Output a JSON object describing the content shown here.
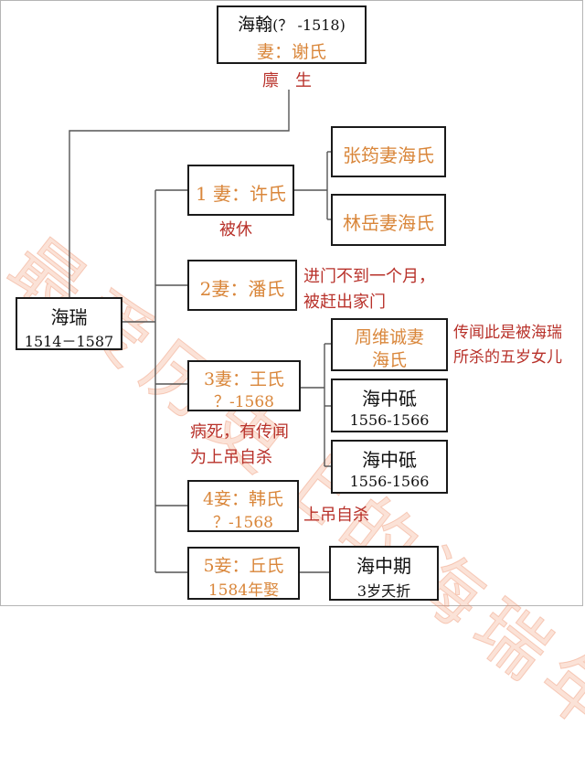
{
  "father": {
    "name": "海翰",
    "years": "(？ -1518)",
    "wife": "妻：谢氏",
    "status": "廪　生"
  },
  "hai_rui": {
    "name": "海瑞",
    "years": "1514－1587"
  },
  "wives": [
    {
      "line1": "1 妻：许氏",
      "line2": "",
      "note": "被休"
    },
    {
      "line1": "2妻：潘氏",
      "line2": "",
      "note_lines": [
        "进门不到一个月，",
        "被赶出家门"
      ]
    },
    {
      "line1": "3妻：王氏",
      "line2": "？-1568",
      "note_lines": [
        "病死，有传闻",
        "为上吊自杀"
      ]
    },
    {
      "line1": "4妾：韩氏",
      "line2": "？-1568",
      "note": "上吊自杀"
    },
    {
      "line1": "5妾：丘氏",
      "line2": "1584年娶"
    }
  ],
  "children": {
    "zhang": "张筠妻海氏",
    "lin": "林岳妻海氏",
    "zhou_lines": [
      "周维诚妻",
      "海氏"
    ],
    "zhou_note_lines": [
      "传闻此是被海瑞",
      "所杀的五岁女儿"
    ],
    "son1": {
      "name": "海中砥",
      "years": "1556-1566"
    },
    "son2": {
      "name": "海中砥",
      "years": "1556-1566"
    },
    "son3": {
      "name": "海中期",
      "years": "3岁夭折"
    }
  },
  "watermark": "最爱历史上的海瑞年",
  "colors": {
    "orange": "#d9863a",
    "red": "#b8312a",
    "line": "#555555"
  }
}
